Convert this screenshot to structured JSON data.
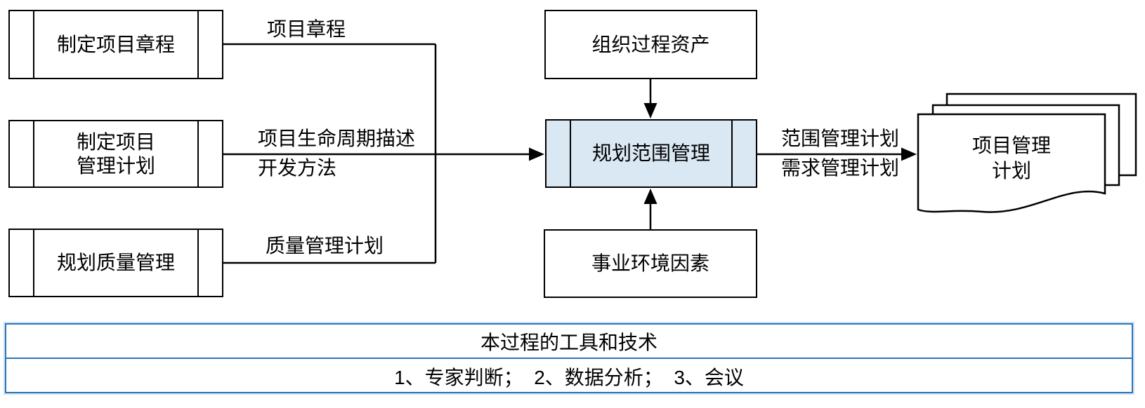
{
  "colors": {
    "line": "#000000",
    "process_fill": "#dae8f4",
    "table_border": "#2e75b6",
    "table_halo": "#cfe2f3"
  },
  "boxes": {
    "charter": "制定项目章程",
    "pm_plan_l1": "制定项目",
    "pm_plan_l2": "管理计划",
    "quality": "规划质量管理",
    "opa": "组织过程资产",
    "process": "规划范围管理",
    "eef": "事业环境因素",
    "doc_l1": "项目管理",
    "doc_l2": "计划"
  },
  "edge_labels": {
    "charter": "项目章程",
    "lifecycle_l1": "项目生命周期描述",
    "lifecycle_l2": "开发方法",
    "quality": "质量管理计划",
    "scope_plan": "范围管理计划",
    "requirements_plan": "需求管理计划"
  },
  "toolbox": {
    "header": "本过程的工具和技术",
    "items": "1、专家判断；  2、数据分析；  3、会议"
  }
}
